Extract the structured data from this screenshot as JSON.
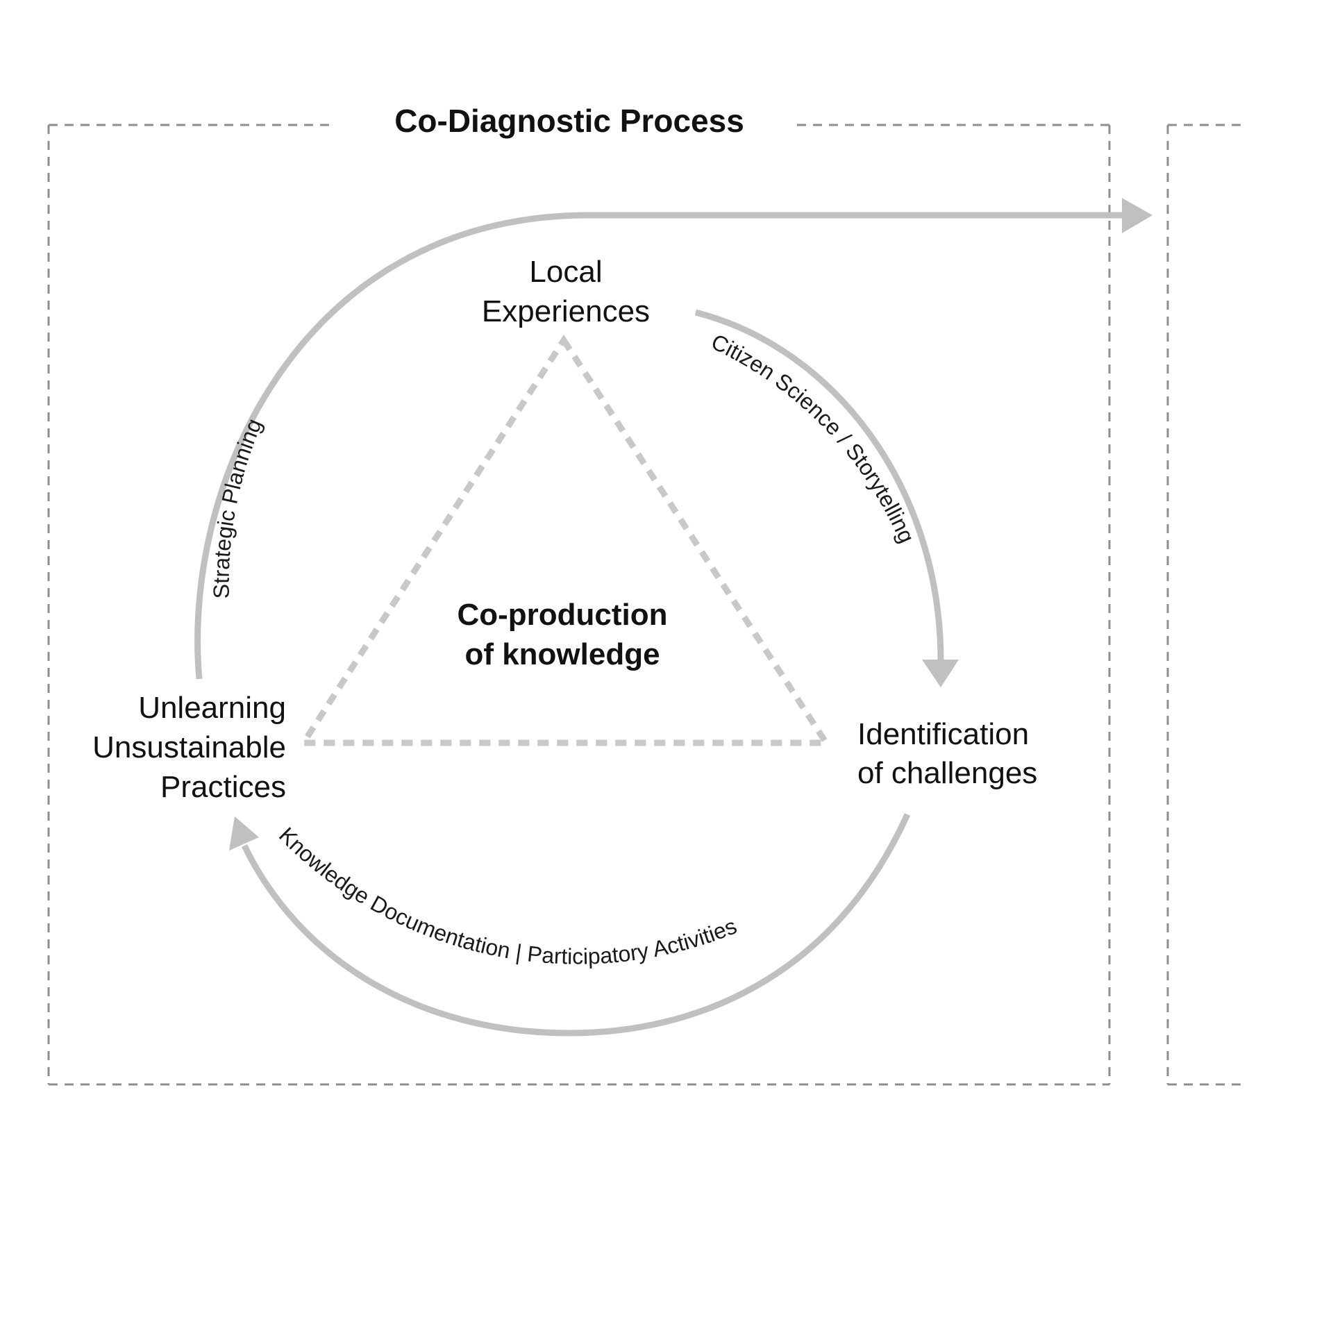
{
  "title": "Co-Diagnostic Process",
  "center": {
    "line1": "Co-production",
    "line2": "of knowledge"
  },
  "nodes": {
    "top": {
      "line1": "Local",
      "line2": "Experiences"
    },
    "right": {
      "line1": "Identification",
      "line2": "of challenges"
    },
    "left": {
      "line1": "Unlearning",
      "line2": "Unsustainable",
      "line3": "Practices"
    }
  },
  "arc_labels": {
    "top_left": "Strategic Planning",
    "top_right": "Citizen Science  /  Storytelling",
    "bottom": "Knowledge Documentation  |  Participatory Activities"
  },
  "colors": {
    "arrow": "#c0c0c1",
    "dashed_border": "#8e8e8e",
    "triangle": "#c8c8c8",
    "text": "#111111"
  }
}
